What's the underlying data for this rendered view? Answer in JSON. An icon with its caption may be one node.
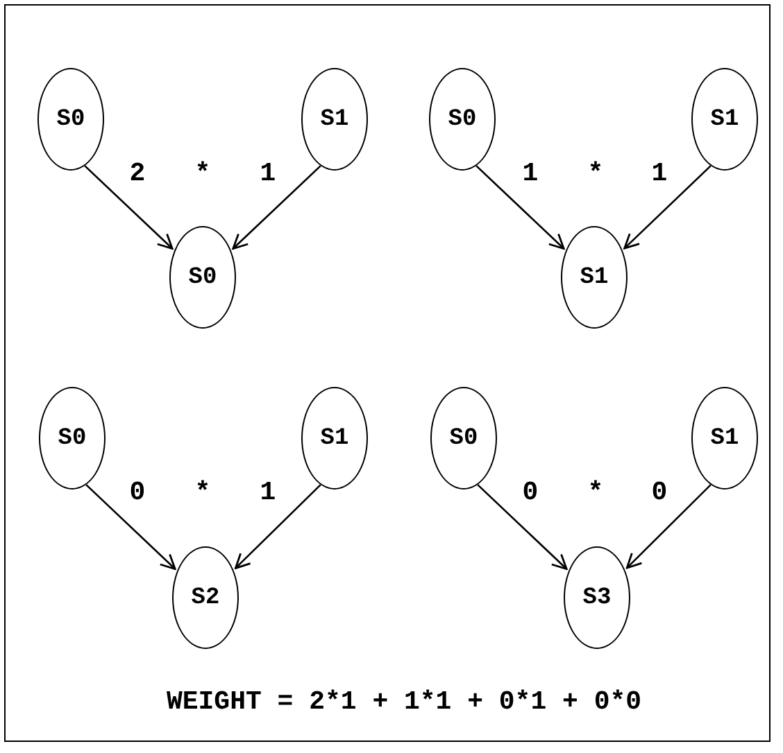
{
  "diagram": {
    "nodes": [
      {
        "text": [
          "S0"
        ]
      },
      {
        "text": [
          "S1"
        ]
      },
      {
        "text": [
          "S0"
        ]
      },
      {
        "text": [
          "S0"
        ]
      },
      {
        "text": [
          "S1"
        ]
      },
      {
        "text": [
          "S1"
        ]
      },
      {
        "text": [
          "S0"
        ]
      },
      {
        "text": [
          "S1"
        ]
      },
      {
        "text": [
          "S2"
        ]
      },
      {
        "text": [
          "S0"
        ]
      },
      {
        "text": [
          "S1"
        ]
      },
      {
        "text": [
          "S3"
        ]
      }
    ],
    "edges": [
      {
        "from": 0,
        "to": 2,
        "arrow": "to"
      },
      {
        "from": 1,
        "to": 2,
        "arrow": "to"
      },
      {
        "from": 3,
        "to": 5,
        "arrow": "to"
      },
      {
        "from": 4,
        "to": 5,
        "arrow": "to"
      },
      {
        "from": 6,
        "to": 8,
        "arrow": "to"
      },
      {
        "from": 7,
        "to": 8,
        "arrow": "to"
      },
      {
        "from": 9,
        "to": 11,
        "arrow": "to"
      },
      {
        "from": 10,
        "to": 11,
        "arrow": "to"
      }
    ],
    "labels": [
      "2",
      "*",
      "1",
      "1",
      "*",
      "1",
      "0",
      "*",
      "1",
      "0",
      "*",
      "0",
      "WEIGHT = 2*1 + 1*1 + 0*1 + 0*0"
    ]
  }
}
